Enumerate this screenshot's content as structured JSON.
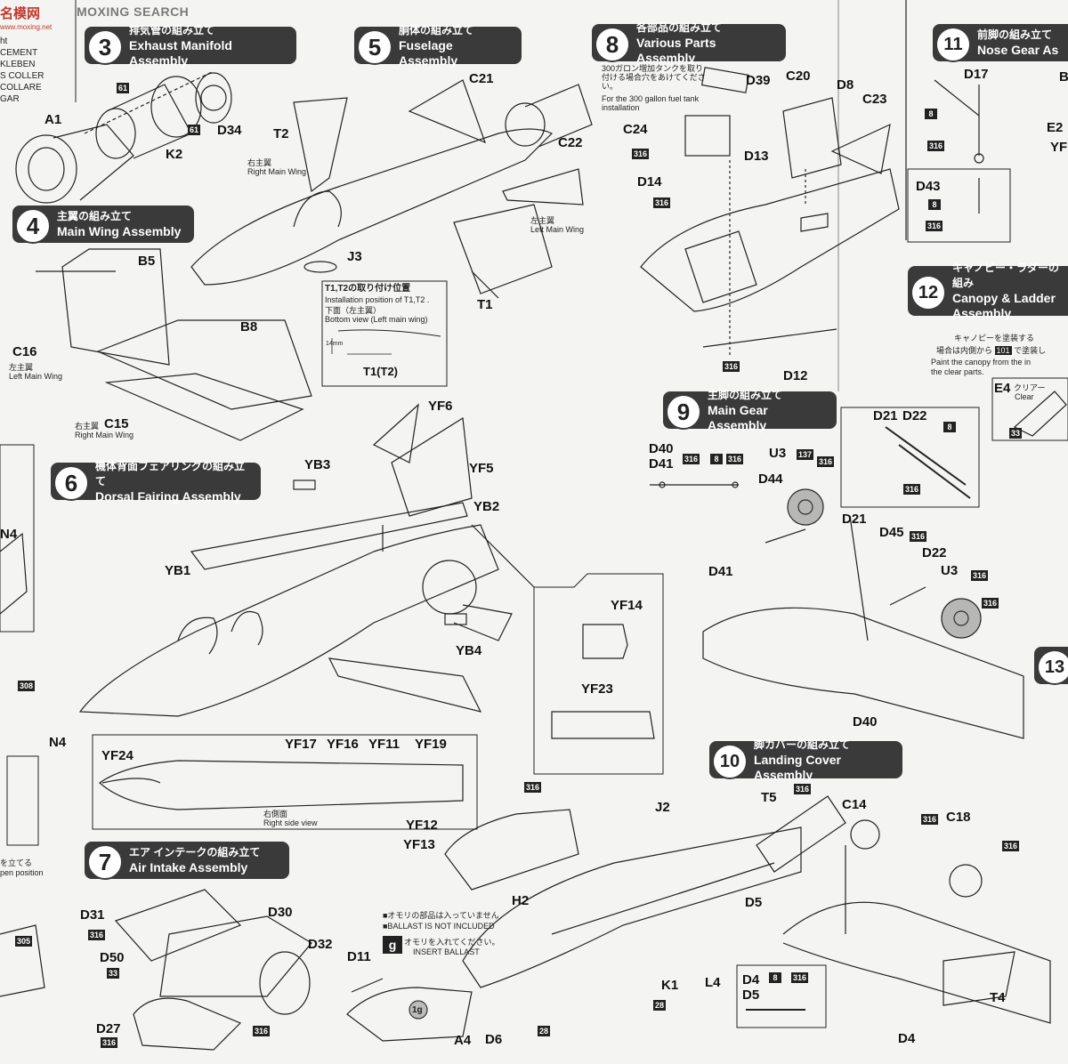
{
  "watermark": {
    "logo": "名模网",
    "sub": "MOXING SEARCH",
    "url": "www.moxing.net"
  },
  "legend_left": [
    "ht",
    "CEMENT",
    "KLEBEN",
    "S COLLER",
    "COLLARE",
    "GAR"
  ],
  "steps": [
    {
      "num": "3",
      "jp": "排気管の組み立て",
      "en": "Exhaust Manifold Assembly"
    },
    {
      "num": "5",
      "jp": "胴体の組み立て",
      "en": "Fuselage Assembly"
    },
    {
      "num": "8",
      "jp": "各部品の組み立て",
      "en": "Various Parts Assembly"
    },
    {
      "num": "11",
      "jp": "前脚の組み立て",
      "en": "Nose Gear As"
    },
    {
      "num": "4",
      "jp": "主翼の組み立て",
      "en": "Main Wing Assembly"
    },
    {
      "num": "12",
      "jp": "キャノピー・ラダーの組み",
      "en": "Canopy & Ladder Assembly"
    },
    {
      "num": "6",
      "jp": "機体背面フェアリングの組み立て",
      "en": "Dorsal Fairing Assembly"
    },
    {
      "num": "9",
      "jp": "主脚の組み立て",
      "en": "Main Gear Assembly"
    },
    {
      "num": "10",
      "jp": "脚カバーの組み立て",
      "en": "Landing Cover Assembly"
    },
    {
      "num": "7",
      "jp": "エア インテークの組み立て",
      "en": "Air Intake Assembly"
    },
    {
      "num": "13",
      "jp": "",
      "en": ""
    }
  ],
  "notes": {
    "tank_jp": "300ガロン増加タンクを取り付ける場合穴をあけてください。",
    "tank_en": "For the 300 gallon fuel tank installation",
    "t1t2_title": "T1,T2の取り付け位置",
    "t1t2_sub": "Installation position of T1,T2 .",
    "t1t2_bottom_jp": "下面（左主翼）",
    "t1t2_bottom_en": "Bottom view (Left main wing)",
    "t1t2_dim": "14mm",
    "t1t2_part": "T1(T2)",
    "right_wing_jp": "右主翼",
    "right_wing_en": "Right Main Wing",
    "left_wing_jp": "左主翼",
    "left_wing_en": "Left Main Wing",
    "right_side_jp": "右側面",
    "right_side_en": "Right side view",
    "ballast1_jp": "■オモリの部品は入っていません",
    "ballast1_en": "■BALLAST IS NOT INCLUDED",
    "ballast2_jp": "オモリを入れてください。",
    "ballast2_en": "INSERT BALLAST",
    "ballast_weight": "1g",
    "ballast_icon": "g",
    "canopy_jp1": "キャノピーを塗装する",
    "canopy_jp2": "場合は内側から",
    "canopy_code": "101",
    "canopy_jp3": "で塗装し",
    "canopy_en1": "Paint the canopy from the in",
    "canopy_en2": "the clear parts.",
    "clear_jp": "クリアー",
    "clear_en": "Clear",
    "open_jp": "を立てる",
    "open_en": "pen position"
  },
  "labels": {
    "A1": "A1",
    "K2": "K2",
    "D34": "D34",
    "T2": "T2",
    "C21": "C21",
    "C22": "C22",
    "J3": "J3",
    "T1": "T1",
    "B5": "B5",
    "C16": "C16",
    "B8": "B8",
    "C15": "C15",
    "C24": "C24",
    "D39": "D39",
    "C20": "C20",
    "D8": "D8",
    "C23": "C23",
    "D14": "D14",
    "D13": "D13",
    "D12": "D12",
    "D17": "D17",
    "D43": "D43",
    "E2": "E2",
    "YF": "YF",
    "E4": "E4",
    "D21a": "D21",
    "D22a": "D22",
    "YF6": "YF6",
    "YB3": "YB3",
    "YF5": "YF5",
    "YB2": "YB2",
    "YB1": "YB1",
    "YB4": "YB4",
    "YF14": "YF14",
    "YF23": "YF23",
    "YF24": "YF24",
    "YF17": "YF17",
    "YF16": "YF16",
    "YF11": "YF11",
    "YF19": "YF19",
    "N4a": "N4",
    "N4b": "N4",
    "D40a": "D40",
    "D41a": "D41",
    "U3a": "U3",
    "D44": "D44",
    "D21b": "D21",
    "D45": "D45",
    "D22b": "D22",
    "U3b": "U3",
    "D41b": "D41",
    "D40b": "D40",
    "T5": "T5",
    "C14": "C14",
    "C18": "C18",
    "D5a": "D5",
    "D4a": "D4",
    "D5b": "D5",
    "T4": "T4",
    "D4b": "D4",
    "D31": "D31",
    "D30": "D30",
    "D32": "D32",
    "D50": "D50",
    "D27": "D27",
    "YF12": "YF12",
    "YF13": "YF13",
    "J2": "J2",
    "H2": "H2",
    "D11": "D11",
    "A4": "A4",
    "D6": "D6",
    "K1": "K1",
    "L4": "L4",
    "B": "B"
  },
  "paint_codes": {
    "c61a": "61",
    "c61b": "61",
    "c316": "316",
    "c8": "8",
    "c137": "137",
    "c33": "33",
    "c28": "28",
    "c308": "308",
    "c305": "305",
    "c101": "101"
  }
}
